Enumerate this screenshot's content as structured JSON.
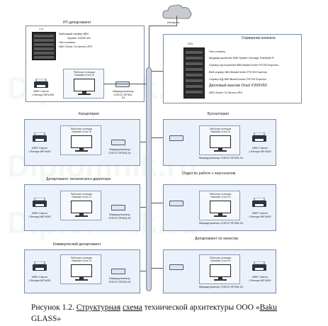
{
  "cloud_label": "Интернет",
  "it_dept": {
    "title": "ИТ-департамент",
    "rack_note": "1 U",
    "server_lines": [
      "Файловый сервер IBM",
      "System X3250 M3",
      "Патч-панель",
      "ИБП Delta / N-Series UPS"
    ],
    "workstation": [
      "Рабочие станции",
      "Standart Core i3"
    ],
    "printer": [
      "МФУ Canon",
      "i-Sensys MF4430"
    ],
    "switch": [
      "Маршрутизатор",
      "CISCO SF300-",
      "24"
    ]
  },
  "server_room": {
    "title": "Серверная комната",
    "rack_note": "22U",
    "items": [
      "Патч-панель",
      "Медиаустройство IBM System Storage SAN06B-R",
      "Сервер приложений IBM BladeCenter PS700 Express",
      "Веб-сервер IBM BladeCenter PS700 Express",
      "Сервер БД IBM BladeCenter PS700 Express",
      "Дисковый массив Oracl F200V60",
      "ИБП Delta / N-Series UPS"
    ]
  },
  "departments": [
    {
      "title": "Канцелярия",
      "workstation": [
        "Рабочие станции",
        "Standart Core i3"
      ],
      "printer": [
        "МФУ Canon",
        "i-Sensys MF4430"
      ],
      "switch": [
        "Маршрутизатор",
        "CISCO SF300-24"
      ]
    },
    {
      "title": "Бухгалтерия",
      "workstation": [
        "Рабочие станции",
        "Standart Core i3"
      ],
      "printer": [
        "МФУ Canon",
        "i-Sensys MF4430"
      ],
      "switch": [
        "Маршрутизатор",
        "CISCO SF300-24"
      ]
    },
    {
      "title": "Департамент технического директора",
      "workstation": [
        "Рабочие станции",
        "Standart Core i3"
      ],
      "printer": [
        "МФУ Canon",
        "i-Sensys MF4430"
      ],
      "switch": [
        "Маршрутизатор",
        "CISCO SF300-24"
      ]
    },
    {
      "title": "Отдел по работе с персоналом",
      "workstation": [
        "Рабочие станции",
        "Standart Core i3"
      ],
      "printer": [
        "МФУ Canon",
        "i-Sensys MF4430"
      ],
      "switch": [
        "Маршрутизатор",
        "CISCO SF300-24"
      ]
    },
    {
      "title": "Коммерческий департамент",
      "workstation": [
        "Рабочие станции",
        "Standart Core i3"
      ],
      "printer": [
        "МФУ Canon",
        "i-Sensys MF4430"
      ],
      "switch": [
        "Маршрутизатор",
        "CISCO SF300-24"
      ]
    },
    {
      "title": "Департамент по качеству",
      "workstation": [
        "Рабочие станции",
        "Standart Core i3"
      ],
      "printer": [
        "МФУ Canon",
        "i-Sensys MF4430"
      ],
      "switch": [
        "Маршрутизатор",
        "CISCO SF300-24"
      ]
    }
  ],
  "caption": {
    "prefix": "Рисунок 1.2.  ",
    "underlined": "Структурная",
    "middle": " ",
    "underlined2": "схема",
    "rest": " технической архитектуры ООО «",
    "underlined3": "Baku",
    "line2": "GLASS»"
  },
  "watermark": "Diplomnik.ru"
}
